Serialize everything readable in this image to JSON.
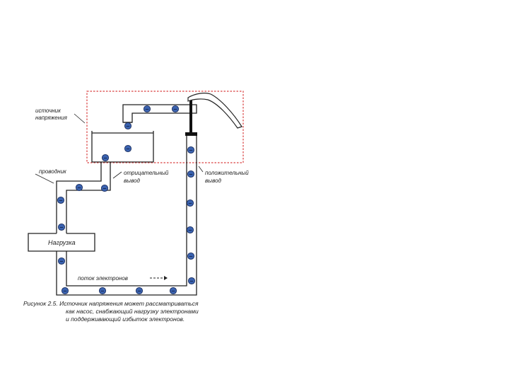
{
  "colors": {
    "stroke": "#222222",
    "electron_fill": "#3b63b0",
    "electron_rim": "#1c2f60",
    "dashed_box": "#d94040",
    "terminal": "#111111"
  },
  "electron_symbol": "−",
  "labels": {
    "voltage_source": [
      "источник",
      "напряжения"
    ],
    "conductor": "проводник",
    "negative_terminal": [
      "отрицательный",
      "вывод"
    ],
    "positive_terminal": [
      "положительный",
      "вывод"
    ],
    "load": "Нагрузка",
    "electron_flow": "поток электронов"
  },
  "caption": [
    "Рисунок 2.5. Источник напряжения может рассматриваться",
    "как насос, снабжающий нагрузку электронами",
    "и поддерживающий избыток электронов."
  ]
}
